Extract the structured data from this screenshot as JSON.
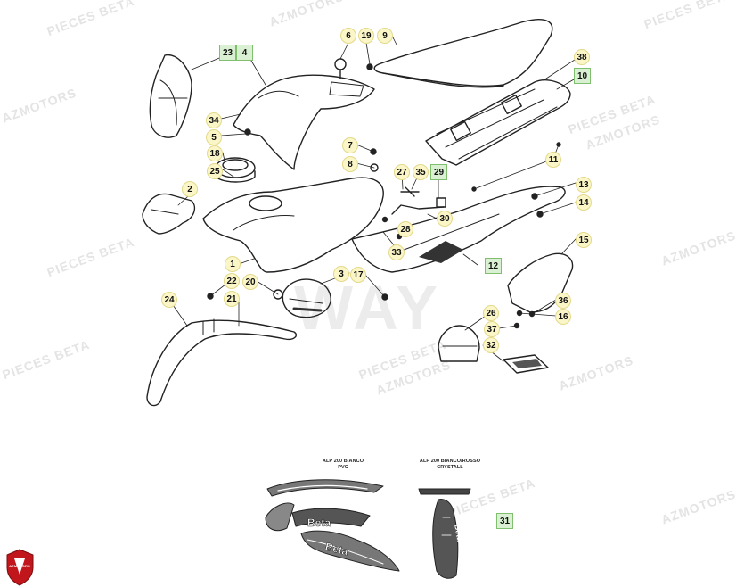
{
  "watermark": {
    "line1": "PIECES BETA",
    "line2": "AZMOTORS",
    "center": "WAY"
  },
  "decal_labels": {
    "left": [
      "ALP 200 BIANCO",
      "PVC"
    ],
    "right": [
      "ALP 200 BIANCO/ROSSO",
      "CRYSTALL"
    ]
  },
  "callouts": [
    {
      "n": "6",
      "s": "r"
    },
    {
      "n": "19",
      "s": "r"
    },
    {
      "n": "9",
      "s": "r"
    },
    {
      "n": "23",
      "s": "s"
    },
    {
      "n": "4",
      "s": "s"
    },
    {
      "n": "38",
      "s": "r"
    },
    {
      "n": "10",
      "s": "s"
    },
    {
      "n": "34",
      "s": "r"
    },
    {
      "n": "5",
      "s": "r"
    },
    {
      "n": "7",
      "s": "r"
    },
    {
      "n": "8",
      "s": "r"
    },
    {
      "n": "18",
      "s": "r"
    },
    {
      "n": "11",
      "s": "r"
    },
    {
      "n": "25",
      "s": "r"
    },
    {
      "n": "27",
      "s": "r"
    },
    {
      "n": "35",
      "s": "r"
    },
    {
      "n": "29",
      "s": "s"
    },
    {
      "n": "13",
      "s": "r"
    },
    {
      "n": "2",
      "s": "r"
    },
    {
      "n": "14",
      "s": "r"
    },
    {
      "n": "30",
      "s": "r"
    },
    {
      "n": "28",
      "s": "r"
    },
    {
      "n": "15",
      "s": "r"
    },
    {
      "n": "33",
      "s": "r"
    },
    {
      "n": "12",
      "s": "s"
    },
    {
      "n": "1",
      "s": "r"
    },
    {
      "n": "3",
      "s": "r"
    },
    {
      "n": "17",
      "s": "r"
    },
    {
      "n": "22",
      "s": "r"
    },
    {
      "n": "20",
      "s": "r"
    },
    {
      "n": "36",
      "s": "r"
    },
    {
      "n": "21",
      "s": "r"
    },
    {
      "n": "24",
      "s": "r"
    },
    {
      "n": "26",
      "s": "r"
    },
    {
      "n": "16",
      "s": "r"
    },
    {
      "n": "37",
      "s": "r"
    },
    {
      "n": "32",
      "s": "r"
    },
    {
      "n": "31",
      "s": "s"
    }
  ],
  "logo": {
    "text": "AZMOTORS",
    "color": "#c0161c"
  },
  "colors": {
    "round_fill": "#fbf6c8",
    "square_fill": "#d9f0d2",
    "line": "#222222"
  }
}
